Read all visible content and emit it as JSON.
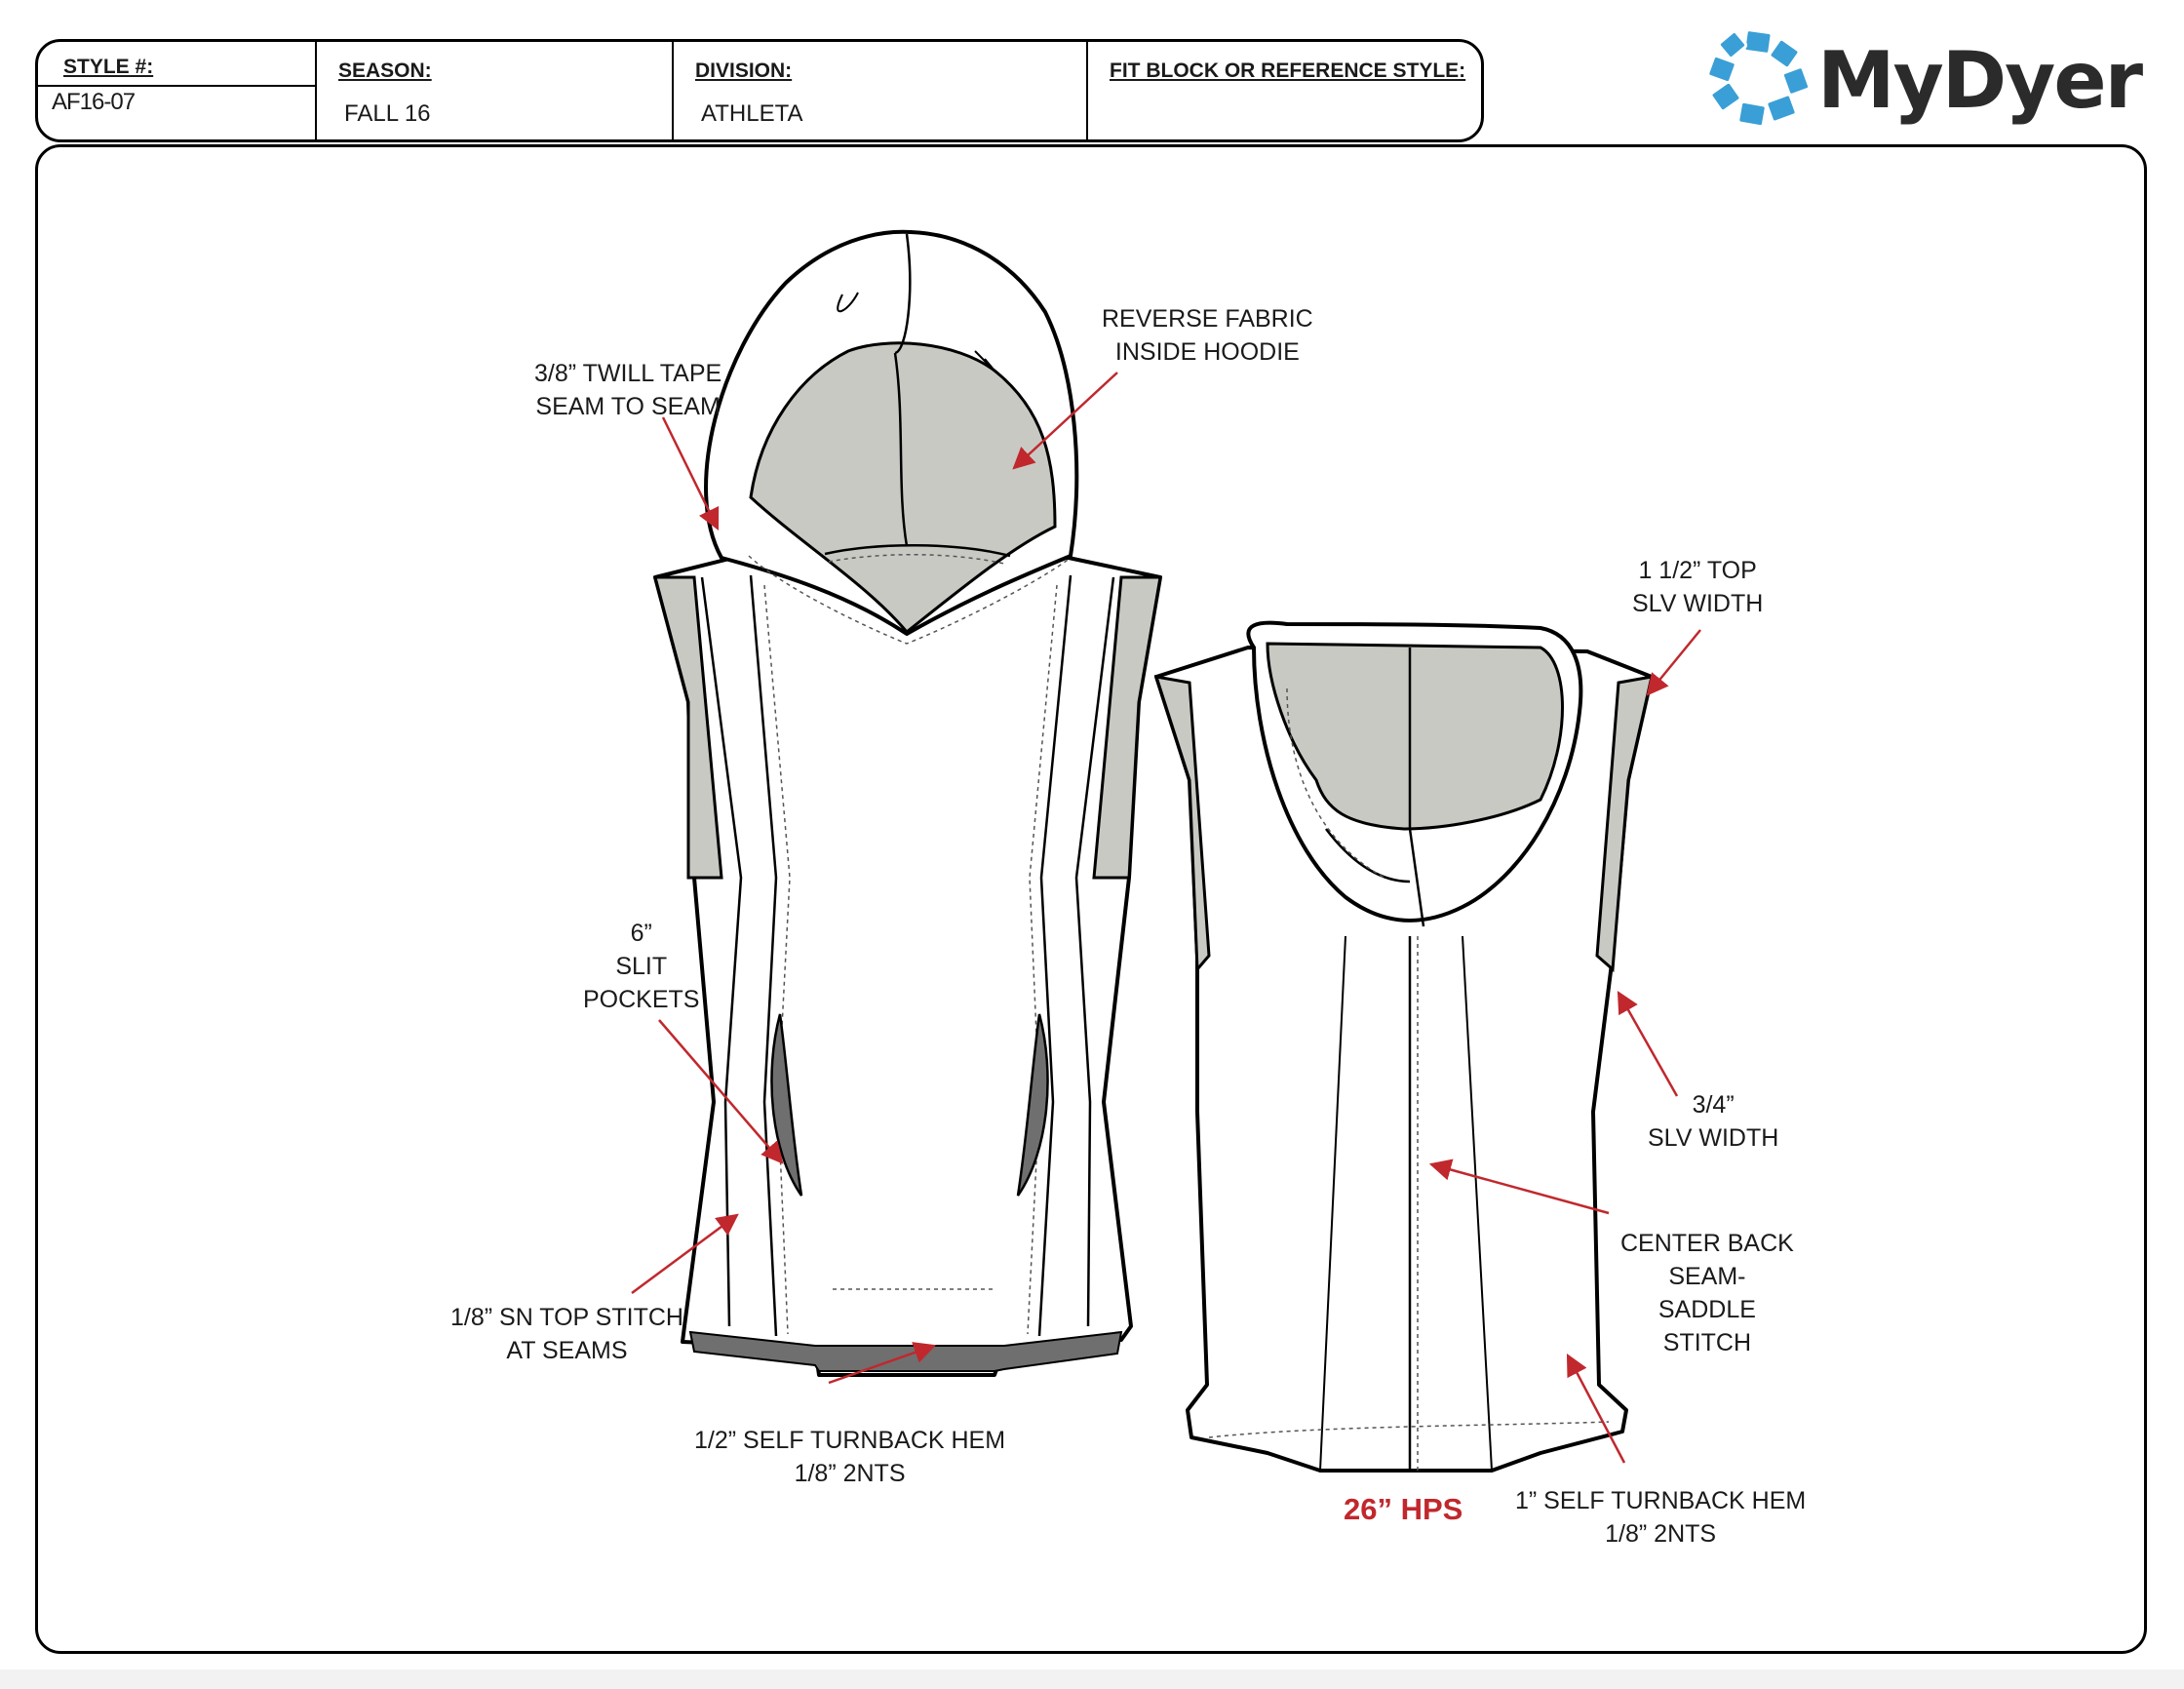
{
  "header": {
    "style_label": "STYLE #:",
    "style_value": "AF16-07",
    "season_label": "SEASON:",
    "season_value": "FALL 16",
    "division_label": "DIVISION:",
    "division_value": "ATHLETA",
    "fit_label": "FIT BLOCK OR REFERENCE STYLE:",
    "fit_value": ""
  },
  "logo": {
    "text": "MyDyer",
    "color": "#3a9fd6"
  },
  "annotations": {
    "twill_tape": [
      "3/8” TWILL TAPE",
      "SEAM TO SEAM"
    ],
    "reverse_fabric": [
      "REVERSE FABRIC",
      "INSIDE HOODIE"
    ],
    "slit_pockets": [
      "6”",
      "SLIT",
      "POCKETS"
    ],
    "top_stitch": [
      "1/8” SN TOP STITCH",
      "AT SEAMS"
    ],
    "front_hem": [
      "1/2”  SELF TURNBACK HEM",
      "1/8” 2NTS"
    ],
    "top_slv_width": [
      "1 1/2” TOP",
      "SLV WIDTH"
    ],
    "slv_width": [
      "3/4”",
      "SLV WIDTH"
    ],
    "center_back": [
      "CENTER BACK",
      "SEAM-",
      "SADDLE",
      "STITCH"
    ],
    "back_hem": [
      "1”  SELF TURNBACK HEM",
      "1/8” 2NTS"
    ]
  },
  "measurement": "26” HPS",
  "colors": {
    "arrow": "#c0282d",
    "lining": "#c9c9c4",
    "pocket": "#6f6f6f",
    "outline": "#000000"
  }
}
